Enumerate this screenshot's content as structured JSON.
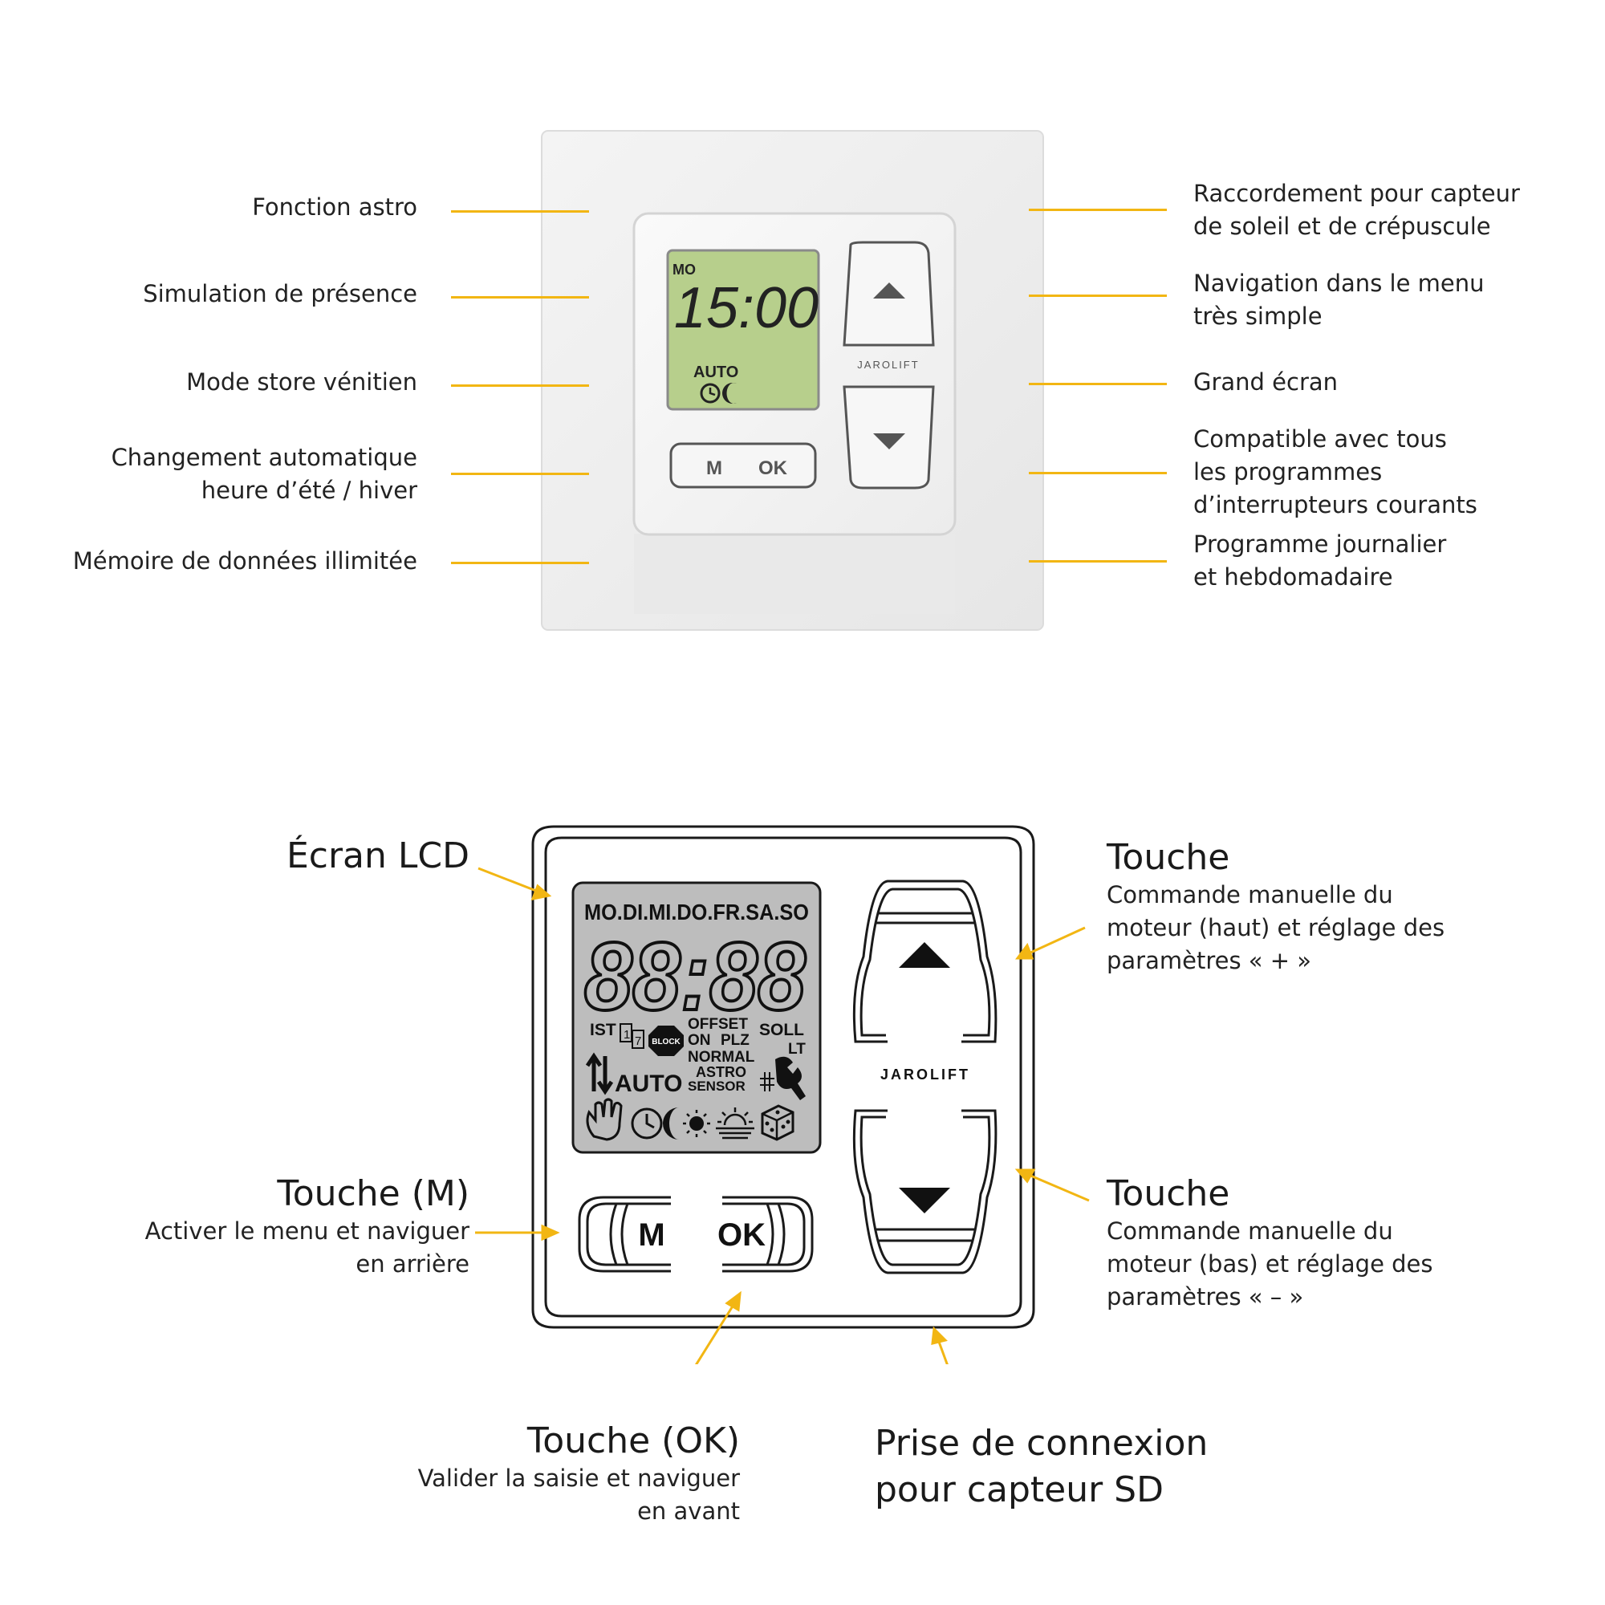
{
  "colors": {
    "accent": "#f2b613",
    "lcd_green": "#b7cf8c",
    "lcd_grey": "#bdbdbd",
    "plate": "#f1f1f1",
    "ink": "#1a1a1a"
  },
  "photo": {
    "lcd_day": "MO",
    "lcd_time": "15:00",
    "lcd_mode": "AUTO",
    "button_m": "M",
    "button_ok": "OK",
    "brand": "JAROLIFT",
    "icons": [
      "arrow-up-icon",
      "arrow-down-icon",
      "clock-icon",
      "moon-icon"
    ]
  },
  "photo_labels_left": [
    {
      "lines": [
        "Fonction astro"
      ]
    },
    {
      "lines": [
        "Simulation de présence"
      ]
    },
    {
      "lines": [
        "Mode store vénitien"
      ]
    },
    {
      "lines": [
        "Changement automatique",
        "heure d’été / hiver"
      ]
    },
    {
      "lines": [
        "Mémoire de données illimitée"
      ]
    }
  ],
  "photo_labels_right": [
    {
      "lines": [
        "Raccordement pour capteur",
        "de soleil et de crépuscule"
      ]
    },
    {
      "lines": [
        "Navigation dans le menu",
        "très simple"
      ]
    },
    {
      "lines": [
        "Grand écran"
      ]
    },
    {
      "lines": [
        "Compatible avec tous",
        "les programmes",
        "d’interrupteurs courants"
      ]
    },
    {
      "lines": [
        "Programme journalier",
        "et hebdomadaire"
      ]
    }
  ],
  "diagram": {
    "lcd": {
      "days": "MO.DI.MI.DO.FR.SA.SO",
      "digits": "88:88",
      "ist": "IST",
      "soll": "SOLL",
      "lt": "LT",
      "offset": "OFFSET",
      "on": "ON",
      "plz": "PLZ",
      "normal": "NORMAL",
      "astro": "ASTRO",
      "sensor": "SENSOR",
      "auto": "AUTO",
      "block": "BLOCK",
      "one": "1",
      "seven": "7",
      "icons": [
        "up-down-arrows-icon",
        "wrench-icon",
        "hand-icon",
        "clock-icon",
        "moon-sun-icon",
        "sunrise-icon",
        "dice-icon"
      ]
    },
    "button_m": "M",
    "button_ok": "OK",
    "brand": "JAROLIFT"
  },
  "callouts": {
    "lcd": {
      "title": "Écran LCD"
    },
    "touche_up": {
      "title": "Touche",
      "lines": [
        "Commande manuelle du",
        "moteur (haut) et réglage des",
        "paramètres « + »"
      ]
    },
    "touche_m": {
      "title": "Touche (M)",
      "lines": [
        "Activer le menu et naviguer",
        "en arrière"
      ]
    },
    "touche_down": {
      "title": "Touche",
      "lines": [
        "Commande manuelle du",
        "moteur (bas) et réglage des",
        "paramètres « – »"
      ]
    },
    "touche_ok": {
      "title": "Touche (OK)",
      "lines": [
        "Valider la saisie et naviguer",
        "en avant"
      ]
    },
    "sd": {
      "lines": [
        "Prise de connexion",
        "pour capteur SD"
      ]
    }
  }
}
